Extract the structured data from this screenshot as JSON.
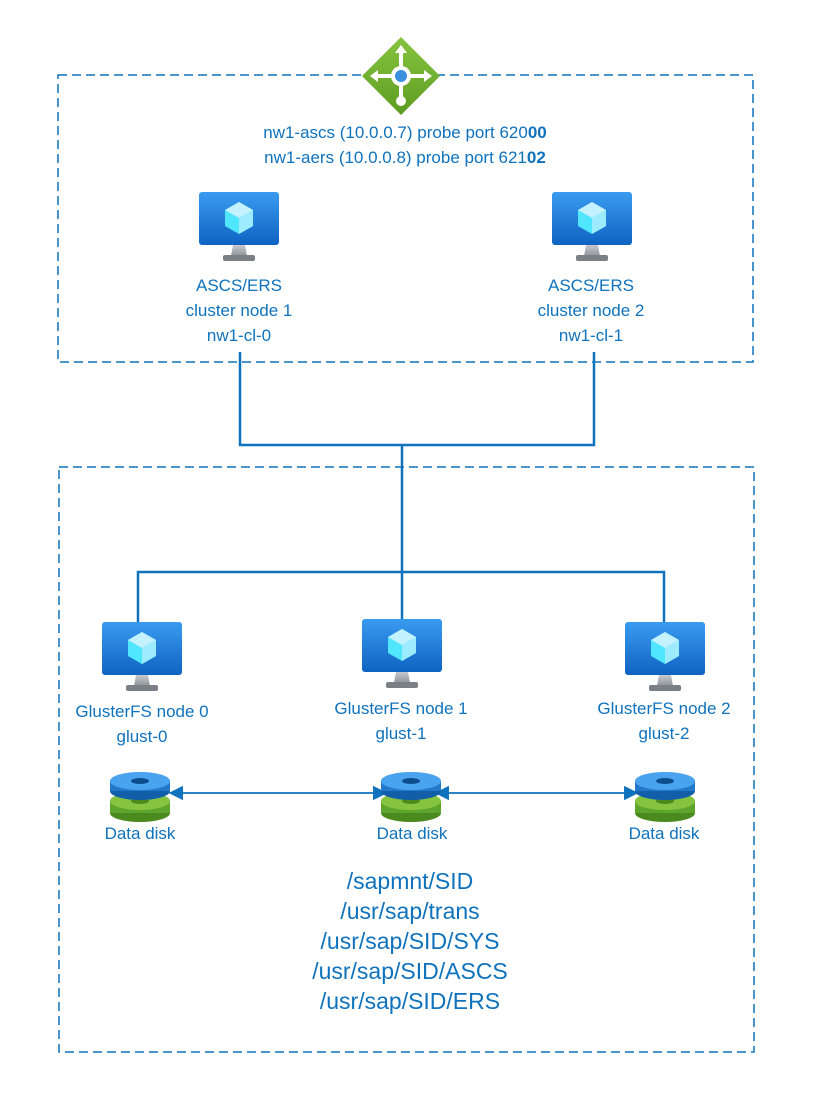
{
  "load_balancer": {
    "icon": "load-balancer-icon",
    "probe_lines": [
      {
        "prefix": "nw1-ascs (10.0.0.7) probe port 620",
        "bold": "00"
      },
      {
        "prefix": "nw1-aers (10.0.0.8) probe port 621",
        "bold": "02"
      }
    ]
  },
  "cluster_nodes": [
    {
      "icon": "virtual-machine-icon",
      "line1": "ASCS/ERS",
      "line2": "cluster node 1",
      "line3": "nw1-cl-0"
    },
    {
      "icon": "virtual-machine-icon",
      "line1": "ASCS/ERS",
      "line2": "cluster node 2",
      "line3": "nw1-cl-1"
    }
  ],
  "gluster_nodes": [
    {
      "icon": "virtual-machine-icon",
      "line1": "GlusterFS node 0",
      "line2": "glust-0"
    },
    {
      "icon": "virtual-machine-icon",
      "line1": "GlusterFS node 1",
      "line2": "glust-1"
    },
    {
      "icon": "virtual-machine-icon",
      "line1": "GlusterFS node 2",
      "line2": "glust-2"
    }
  ],
  "disks": [
    {
      "icon": "data-disk-icon",
      "label": "Data disk"
    },
    {
      "icon": "data-disk-icon",
      "label": "Data disk"
    },
    {
      "icon": "data-disk-icon",
      "label": "Data disk"
    }
  ],
  "shared_paths": [
    "/sapmnt/SID",
    "/usr/sap/trans",
    "/usr/sap/SID/SYS",
    "/usr/sap/SID/ASCS",
    "/usr/sap/SID/ERS"
  ],
  "colors": {
    "border": "#0f72bd",
    "text": "#0f72bd",
    "connector": "#0f72bd",
    "vm_screen": "#1b80d6",
    "vm_stand": "#9aa0a6",
    "disk_blue": "#3a8fde",
    "disk_green": "#5ea52e",
    "lb_green": "#7fba00"
  }
}
